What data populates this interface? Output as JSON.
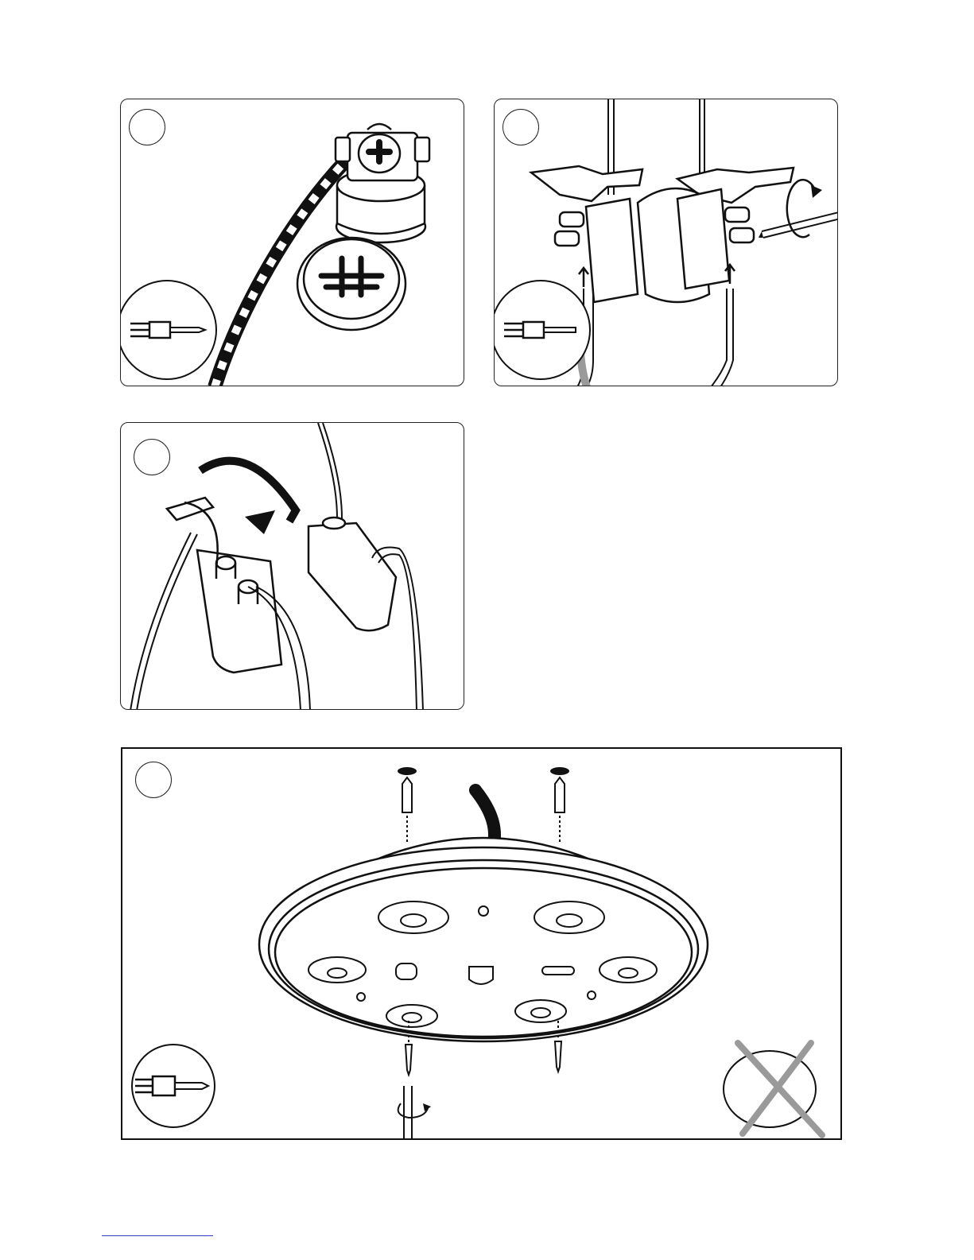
{
  "page": {
    "panels": [
      {
        "id": "step-1",
        "tool": "phillips-screwdriver-icon"
      },
      {
        "id": "step-2",
        "tool": "flat-screwdriver-icon"
      },
      {
        "id": "step-3",
        "tool": ""
      },
      {
        "id": "step-4",
        "tool": "phillips-screwdriver-icon"
      }
    ],
    "colors": {
      "line": "#1a1a1a",
      "grey": "#9a9a9a",
      "paper": "#ffffff",
      "footer_rule": "#3344cc"
    }
  }
}
